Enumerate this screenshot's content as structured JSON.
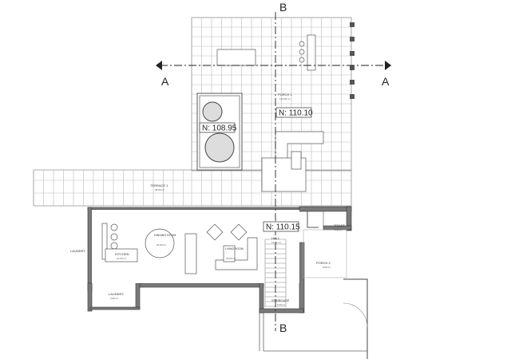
{
  "sections": {
    "a_left": "A",
    "a_right": "A",
    "b_top": "B",
    "b_bottom": "B"
  },
  "levels": {
    "planter": "N: 108.95",
    "porch": "N: 110.10",
    "interior": "N: 110.15"
  },
  "rooms": {
    "porch1": {
      "label": "PORCH 1",
      "area": "123.69 m²"
    },
    "terrace1": {
      "label": "TERRACE 1",
      "area": "28.90 m²"
    },
    "kitchen": {
      "label": "KITCHEN",
      "area": "14.00 m²"
    },
    "dinning": {
      "label": "DINNING ROOM",
      "area": "22.80 m²"
    },
    "living": {
      "label": "LIVING ROOM",
      "area": "29.80 m²"
    },
    "hall": {
      "label": "HALL",
      "area": "13.22 m²"
    },
    "toilet": {
      "label": "TOILET",
      "area": "2.90 m²"
    },
    "porch2": {
      "label": "PORCH 2",
      "area": "6.60 m²"
    },
    "laundry_room": {
      "label": "LAUNDRY",
      "area": "4.60 m²"
    },
    "laundry_side": {
      "label": "LAUNDRY"
    },
    "staircase": {
      "label": "STAIRCASE",
      "area": "5.20 m²"
    }
  }
}
